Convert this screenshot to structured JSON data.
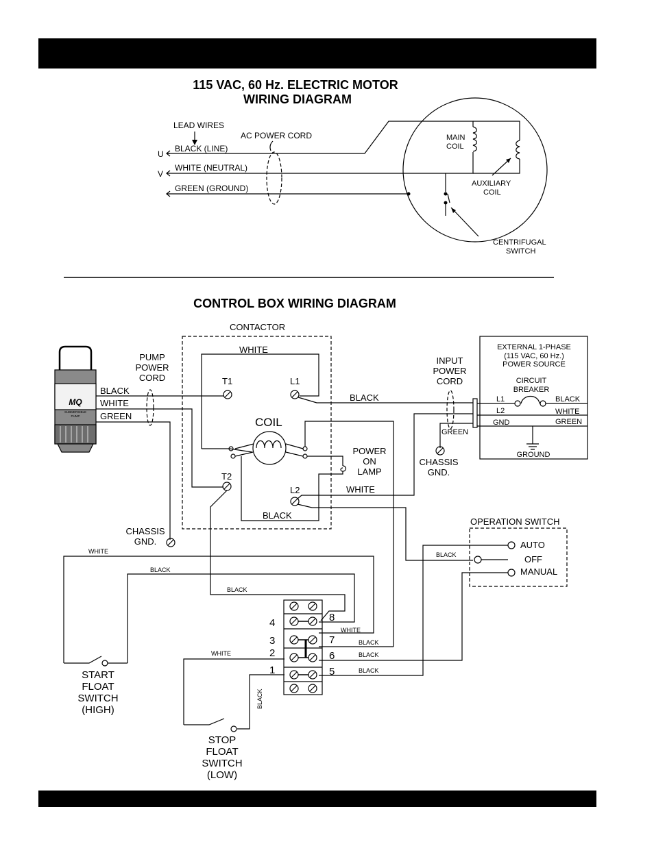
{
  "motor": {
    "title_line1": "115 VAC, 60 Hz. ELECTRIC MOTOR",
    "title_line2": "WIRING DIAGRAM",
    "lead_wires": "LEAD WIRES",
    "ac_power_cord": "AC POWER CORD",
    "u": "U",
    "v": "V",
    "black_line": "BLACK (LINE)",
    "white_neutral": "WHITE (NEUTRAL)",
    "green_ground": "GREEN (GROUND)",
    "main_coil_1": "MAIN",
    "main_coil_2": "COIL",
    "aux_coil_1": "AUXILIARY",
    "aux_coil_2": "COIL",
    "centrifugal_1": "CENTRIFUGAL",
    "centrifugal_2": "SWITCH"
  },
  "control": {
    "title": "CONTROL BOX WIRING DIAGRAM",
    "contactor": "CONTACTOR",
    "white_top": "WHITE",
    "pump_power_cord": [
      "PUMP",
      "POWER",
      "CORD"
    ],
    "pump_logo": "MQ",
    "pump_label_1": "SUBMERSIBLE",
    "pump_label_2": "PUMP",
    "black": "BLACK",
    "white": "WHITE",
    "green": "GREEN",
    "t1": "T1",
    "l1": "L1",
    "t2": "T2",
    "l2": "L2",
    "coil": "COIL",
    "power_on_lamp": [
      "POWER",
      "ON",
      "LAMP"
    ],
    "black_l1": "BLACK",
    "white_l2": "WHITE",
    "black_bottom": "BLACK",
    "input_power_cord": [
      "INPUT",
      "POWER",
      "CORD"
    ],
    "chassis_gnd_right": [
      "CHASSIS",
      "GND."
    ],
    "green_small": "GREEN",
    "external": [
      "EXTERNAL 1-PHASE",
      "(115 VAC, 60 Hz.)",
      "POWER SOURCE"
    ],
    "circuit_breaker": [
      "CIRCUIT",
      "BREAKER"
    ],
    "ext_l1": "L1",
    "ext_l2": "L2",
    "ext_gnd": "GND",
    "ext_black": "BLACK",
    "ext_white": "WHITE",
    "ext_green": "GREEN",
    "ground": "GROUND",
    "chassis_gnd_left": [
      "CHASSIS",
      "GND."
    ],
    "operation_switch": "OPERATION SWITCH",
    "auto": "AUTO",
    "off": "OFF",
    "manual": "MANUAL",
    "op_black": "BLACK",
    "wire_white_1": "WHITE",
    "wire_black_1": "BLACK",
    "wire_black_2": "BLACK",
    "wire_white_2": "WHITE",
    "wire_black_7": "BLACK",
    "wire_black_6": "BLACK",
    "wire_black_5": "BLACK",
    "wire_white_start": "WHITE",
    "wire_black_vertical": "BLACK",
    "terminal_left": [
      "4",
      "3",
      "2",
      "1"
    ],
    "terminal_right": [
      "8",
      "7",
      "6",
      "5"
    ],
    "start_float": [
      "START",
      "FLOAT",
      "SWITCH",
      "(HIGH)"
    ],
    "stop_float": [
      "STOP",
      "FLOAT",
      "SWITCH",
      "(LOW)"
    ]
  }
}
